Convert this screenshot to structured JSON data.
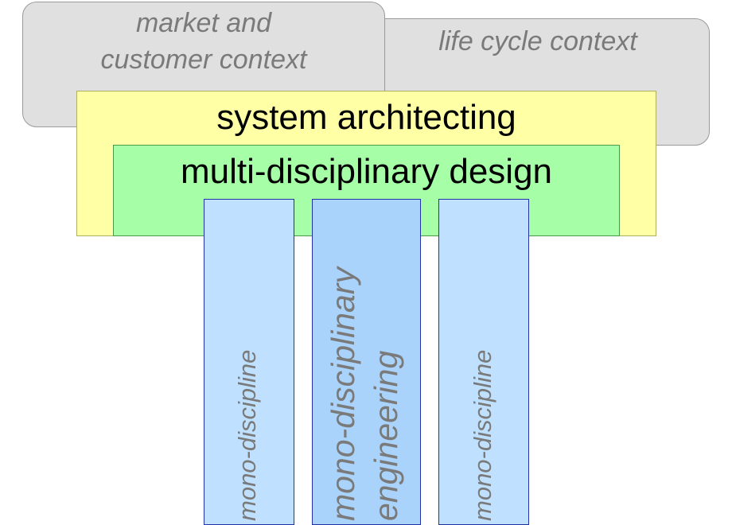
{
  "contexts": {
    "market": [
      "market and",
      "customer context"
    ],
    "life_cycle": "life cycle context"
  },
  "system_architecting": "system architecting",
  "multi_disciplinary_design": "multi-disciplinary design",
  "mono": {
    "left": "mono-discipline",
    "center": [
      "mono-disciplinary",
      "engineering"
    ],
    "right": "mono-discipline"
  },
  "colors": {
    "context_fill": "#e0e0e0",
    "system_architecting_fill": "#ffffa6",
    "multi_disciplinary_fill": "#a6ffa6",
    "mono_discipline_fill": "#bfe1ff",
    "mono_engineering_fill": "#a9d3fb",
    "muted_text": "#7a7a7a"
  }
}
